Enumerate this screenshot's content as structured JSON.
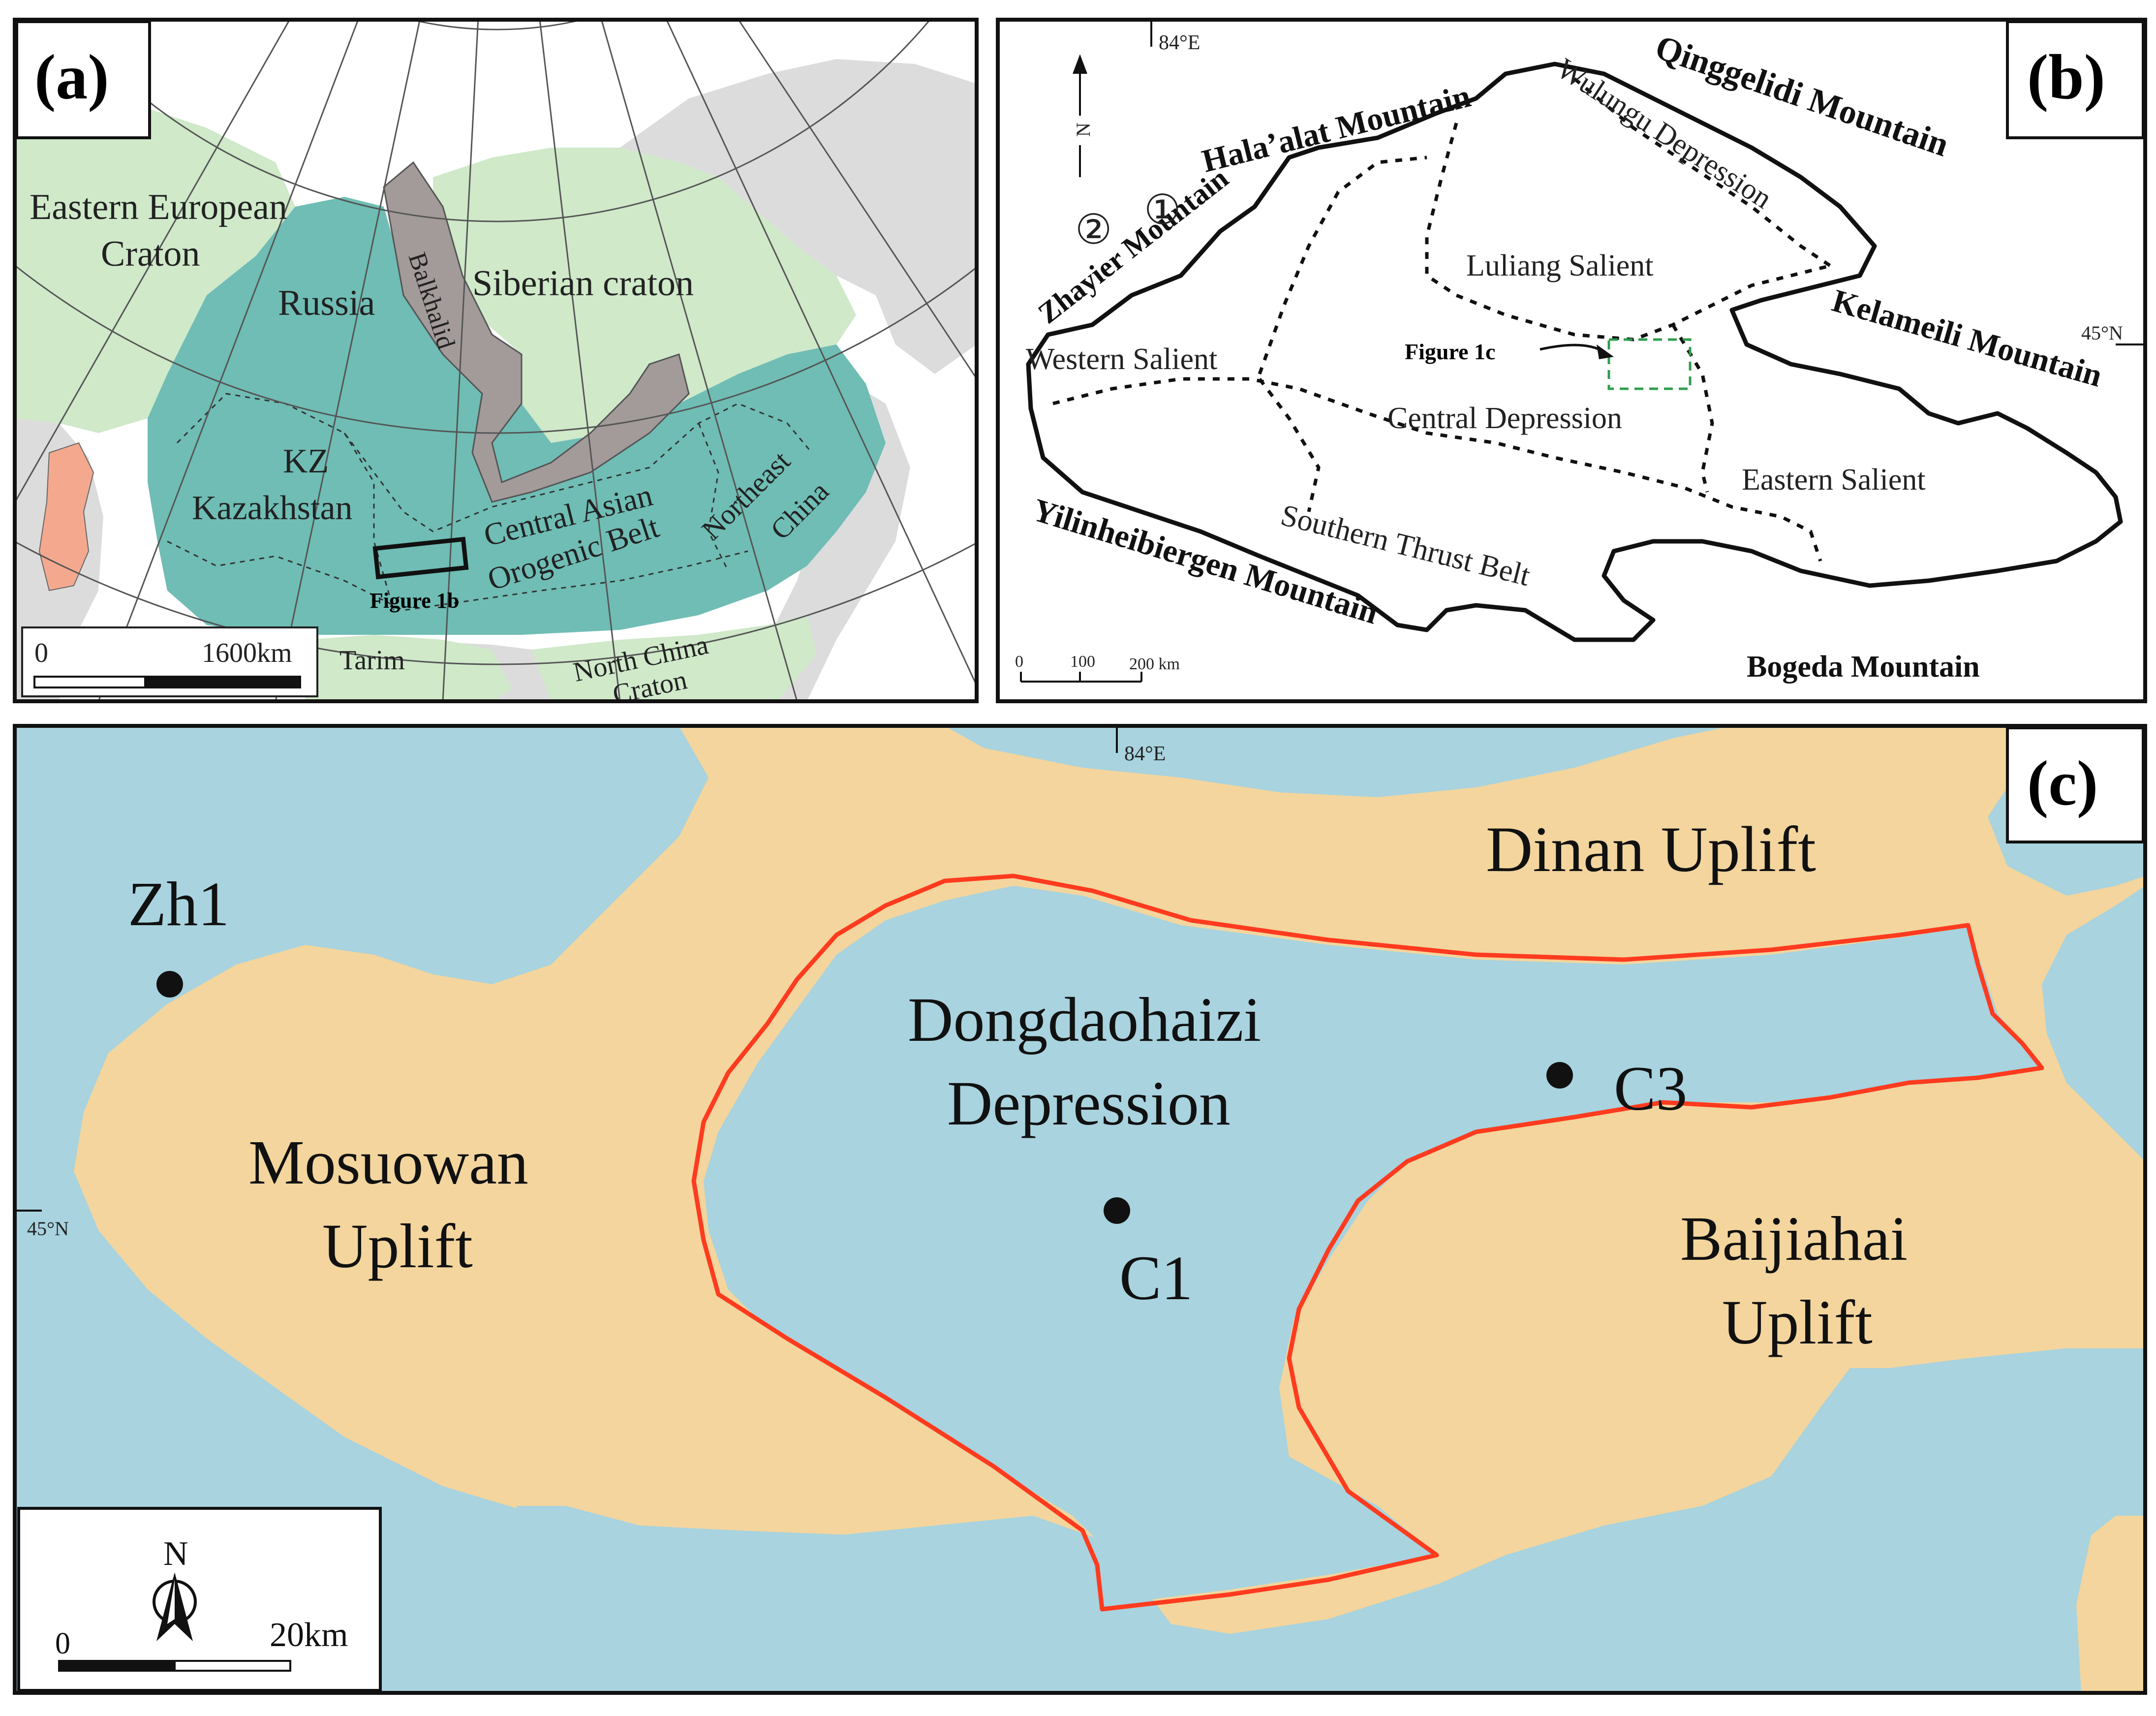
{
  "panels": {
    "a": {
      "tag": "(a)",
      "labels": {
        "eastern_european": "Eastern European",
        "craton": "Craton",
        "russia": "Russia",
        "balkhalid": "Balkhalid",
        "siberian": "Siberian craton",
        "kz": "KZ",
        "kazakhstan": "Kazakhstan",
        "central_asian": "Central Asian",
        "orogenic_belt": "Orogenic Belt",
        "northeast": "Northeast",
        "china": "China",
        "figure_1b": "Figure 1b",
        "tarim": "Tarim",
        "north_china": "North China",
        "north_china_craton": "Craton"
      },
      "scale": {
        "start": "0",
        "end": "1600km"
      }
    },
    "b": {
      "tag": "(b)",
      "lon": "84°E",
      "lat": "45°N",
      "north": "N",
      "labels": {
        "hala_alat": "Hala’alat Mountain",
        "qinggelidi": "Qinggelidi Mountain",
        "wulungu": "Wulungu Depression",
        "zhayier": "Zhayier Mountain",
        "luliang": "Luliang Salient",
        "kelameili": "Kelameili Mountain",
        "western_salient": "Western Salient",
        "figure_1c": "Figure 1c",
        "central_depression": "Central Depression",
        "eastern_salient": "Eastern Salient",
        "southern_thrust": "Southern Thrust Belt",
        "yilinheibiergen": "Yilinheibiergen Mountain",
        "bogeda": "Bogeda Mountain",
        "circle1": "①",
        "circle2": "②"
      },
      "scale": {
        "t0": "0",
        "t1": "100",
        "t2": "200 km"
      }
    },
    "c": {
      "tag": "(c)",
      "lon": "84°E",
      "lat": "45°N",
      "north": "N",
      "labels": {
        "dinan": "Dinan Uplift",
        "dongdaohaizi_1": "Dongdaohaizi",
        "dongdaohaizi_2": "Depression",
        "mosuowan_1": "Mosuowan",
        "mosuowan_2": "Uplift",
        "baijiahai_1": "Baijiahai",
        "baijiahai_2": "Uplift"
      },
      "wells": [
        {
          "name": "Zh1"
        },
        {
          "name": "C1"
        },
        {
          "name": "C3"
        }
      ],
      "scale": {
        "start": "0",
        "end": "20km"
      }
    }
  },
  "colors": {
    "depression_blue": "#a8d3df",
    "uplift_tan": "#f3d59d",
    "boundary_red": "#ff3b1f",
    "craton_green": "#cfe9c9",
    "orogen_teal": "#6fbdb5",
    "balkhalid_gray": "#a39a9a",
    "land_gray": "#dcdcdc",
    "salmon": "#f4a98f"
  }
}
